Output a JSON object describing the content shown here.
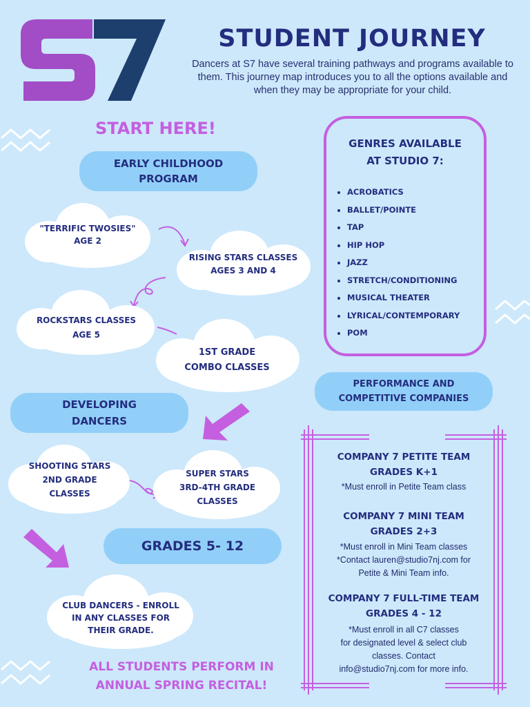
{
  "brand": {
    "logo_text": "S7",
    "logo_color_s": "#a24cc6",
    "logo_color_7": "#1c3f6e"
  },
  "header": {
    "title": "STUDENT JOURNEY",
    "intro": "Dancers at S7 have several training pathways and programs available to them. This journey map introduces you to all the options available and when they may be appropriate for your child."
  },
  "start_label": "START HERE!",
  "sections": {
    "early_childhood": "EARLY CHILDHOOD PROGRAM",
    "developing_dancers": "DEVELOPING DANCERS",
    "grades": "GRADES 5- 12",
    "performance": "PERFORMANCE AND COMPETITIVE COMPANIES"
  },
  "clouds": {
    "twosies": {
      "line1": "\"TERRIFIC TWOSIES\"",
      "line2": "AGE 2"
    },
    "rising": {
      "line1": "RISING STARS CLASSES",
      "line2": "AGES 3 AND 4"
    },
    "rockstars": {
      "line1": "ROCKSTARS CLASSES",
      "line2": "AGE 5"
    },
    "first_grade": {
      "line1": "1ST GRADE",
      "line2": "COMBO CLASSES"
    },
    "shooting": {
      "line1": "SHOOTING STARS",
      "line2": "2ND GRADE",
      "line3": "CLASSES"
    },
    "super": {
      "line1": "SUPER STARS",
      "line2": "3RD-4TH GRADE",
      "line3": "CLASSES"
    },
    "club": {
      "line1": "CLUB DANCERS - ENROLL",
      "line2": "IN ANY CLASSES FOR",
      "line3": "THEIR GRADE."
    }
  },
  "genres": {
    "title_line1": "GENRES AVAILABLE",
    "title_line2": "AT STUDIO 7:",
    "items": [
      "ACROBATICS",
      "BALLET/POINTE",
      "TAP",
      "HIP HOP",
      "JAZZ",
      "STRETCH/CONDITIONING",
      "MUSICAL THEATER",
      "LYRICAL/CONTEMPORARY",
      "POM"
    ]
  },
  "companies": [
    {
      "name": "COMPANY 7 PETITE TEAM",
      "grades": "GRADES K+1",
      "notes": [
        "*Must enroll in Petite Team class"
      ]
    },
    {
      "name": "COMPANY 7 MINI TEAM",
      "grades": "GRADES 2+3",
      "notes": [
        "*Must enroll in Mini Team classes",
        "*Contact lauren@studio7nj.com for",
        "Petite & Mini Team info."
      ]
    },
    {
      "name": "COMPANY 7 FULL-TIME TEAM",
      "grades": "GRADES 4 - 12",
      "notes": [
        "*Must enroll in all C7 classes",
        "for designated level & select club",
        "classes. Contact",
        "info@studio7nj.com for more info."
      ]
    }
  ],
  "recital": {
    "line1": "ALL STUDENTS PERFORM IN",
    "line2": "ANNUAL SPRING RECITAL!"
  },
  "colors": {
    "background": "#cde8fb",
    "pill": "#92cff8",
    "navy": "#232d7e",
    "purple": "#c45fe0"
  }
}
